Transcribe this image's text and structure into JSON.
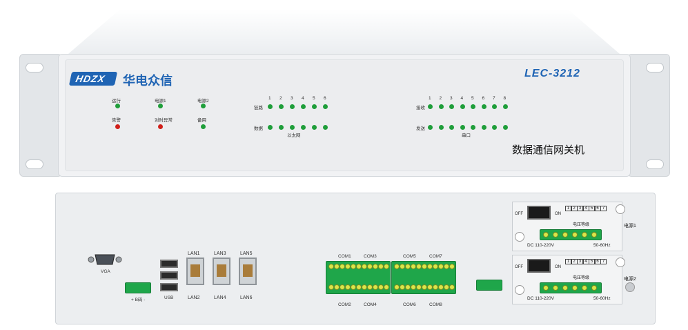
{
  "front": {
    "brand": "华电众信",
    "logo_text": "HDZX",
    "model": "LEC-3212",
    "product_name": "数据通信网关机",
    "status_labels": [
      "运行",
      "电源1",
      "电源2",
      "告警",
      "对时异常",
      "备用"
    ],
    "eth_numbers": [
      "1",
      "2",
      "3",
      "4",
      "5",
      "6"
    ],
    "eth_row1_label": "链路",
    "eth_row2_label": "数据",
    "eth_group_label": "以太网",
    "serial_numbers": [
      "1",
      "2",
      "3",
      "4",
      "5",
      "6",
      "7",
      "8"
    ],
    "serial_row1_label": "接收",
    "serial_row2_label": "发送",
    "serial_group_label": "串口"
  },
  "rear": {
    "vga_label": "VGA",
    "bcode_label": "+ B码 -",
    "usb_label": "USB",
    "lan_top": [
      "LAN1",
      "LAN3",
      "LAN5"
    ],
    "lan_bottom": [
      "LAN2",
      "LAN4",
      "LAN6"
    ],
    "com_top": [
      "COM1",
      "COM3",
      "COM5",
      "COM7"
    ],
    "com_bottom": [
      "COM2",
      "COM4",
      "COM6",
      "COM8"
    ],
    "psu": {
      "off_label": "OFF",
      "on_label": "ON",
      "dip_numbers": [
        "1",
        "2",
        "3",
        "4",
        "5",
        "6",
        "7"
      ],
      "caption": "电压等级",
      "dc_label": "DC 110-220V",
      "hz_label": "50-60Hz",
      "power1_label": "电源1",
      "power2_label": "电源2"
    }
  },
  "colors": {
    "led_green": "#1f9e3a",
    "led_red": "#d0201a",
    "brand_blue": "#1f64b4",
    "terminal_green": "#1fa64a"
  }
}
